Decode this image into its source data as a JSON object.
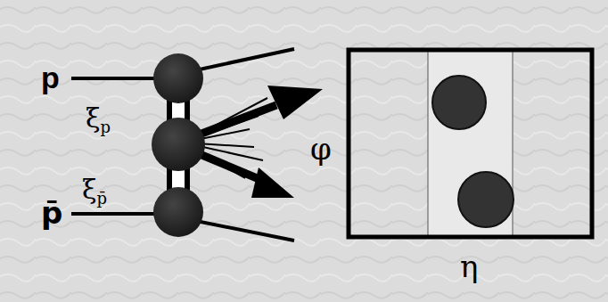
{
  "diagram": {
    "labels": [
      "p",
      "ξp",
      "ξp̄",
      "p̄",
      "φ",
      "η"
    ]
  }
}
